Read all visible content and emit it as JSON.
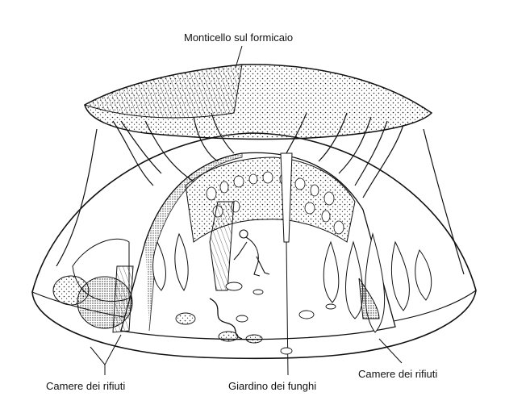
{
  "diagram": {
    "labels": {
      "mound": "Monticello sul formicaio",
      "waste_left": "Camere dei rifiuti",
      "garden": "Giardino dei funghi",
      "waste_right": "Camere dei rifiuti"
    }
  },
  "colors": {
    "ink": "#111111",
    "paper": "#ffffff",
    "soil": "#d9d9d9"
  }
}
